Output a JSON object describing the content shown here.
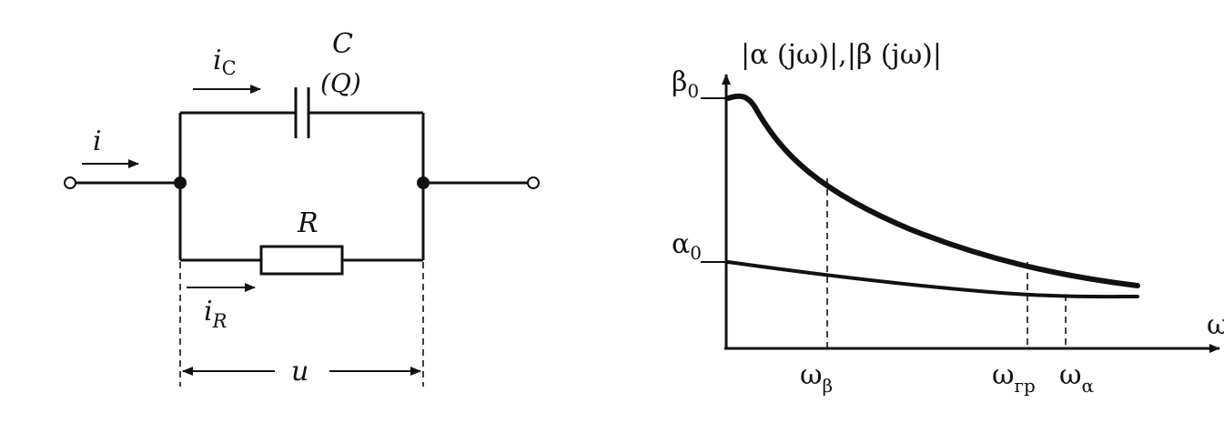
{
  "circuit": {
    "current_in": "i",
    "current_c": {
      "main": "i",
      "sub": "C"
    },
    "capacitor_label": "C",
    "charge_label": "(Q)",
    "resistor_label": "R",
    "current_r": {
      "main": "i",
      "sub": "R"
    },
    "voltage_label": "u"
  },
  "chart_data": {
    "type": "line",
    "title": "|α (jω)|,|β (jω)|",
    "xlabel": "ω",
    "y_levels": [
      {
        "main": "β",
        "sub": "0"
      },
      {
        "main": "α",
        "sub": "0"
      }
    ],
    "x_markers": [
      {
        "main": "ω",
        "sub": "β"
      },
      {
        "main": "ω",
        "sub": "гр"
      },
      {
        "main": "ω",
        "sub": "α"
      }
    ],
    "series": [
      {
        "name": "β",
        "points": [
          [
            0,
            1.0
          ],
          [
            0.05,
            0.95
          ],
          [
            0.3,
            0.66
          ],
          [
            1.0,
            0.33
          ],
          [
            1.5,
            0.22
          ],
          [
            2.2,
            0.13
          ]
        ]
      },
      {
        "name": "α",
        "points": [
          [
            0,
            0.45
          ],
          [
            0.3,
            0.42
          ],
          [
            1.0,
            0.32
          ],
          [
            1.5,
            0.28
          ],
          [
            2.2,
            0.27
          ]
        ]
      }
    ]
  }
}
